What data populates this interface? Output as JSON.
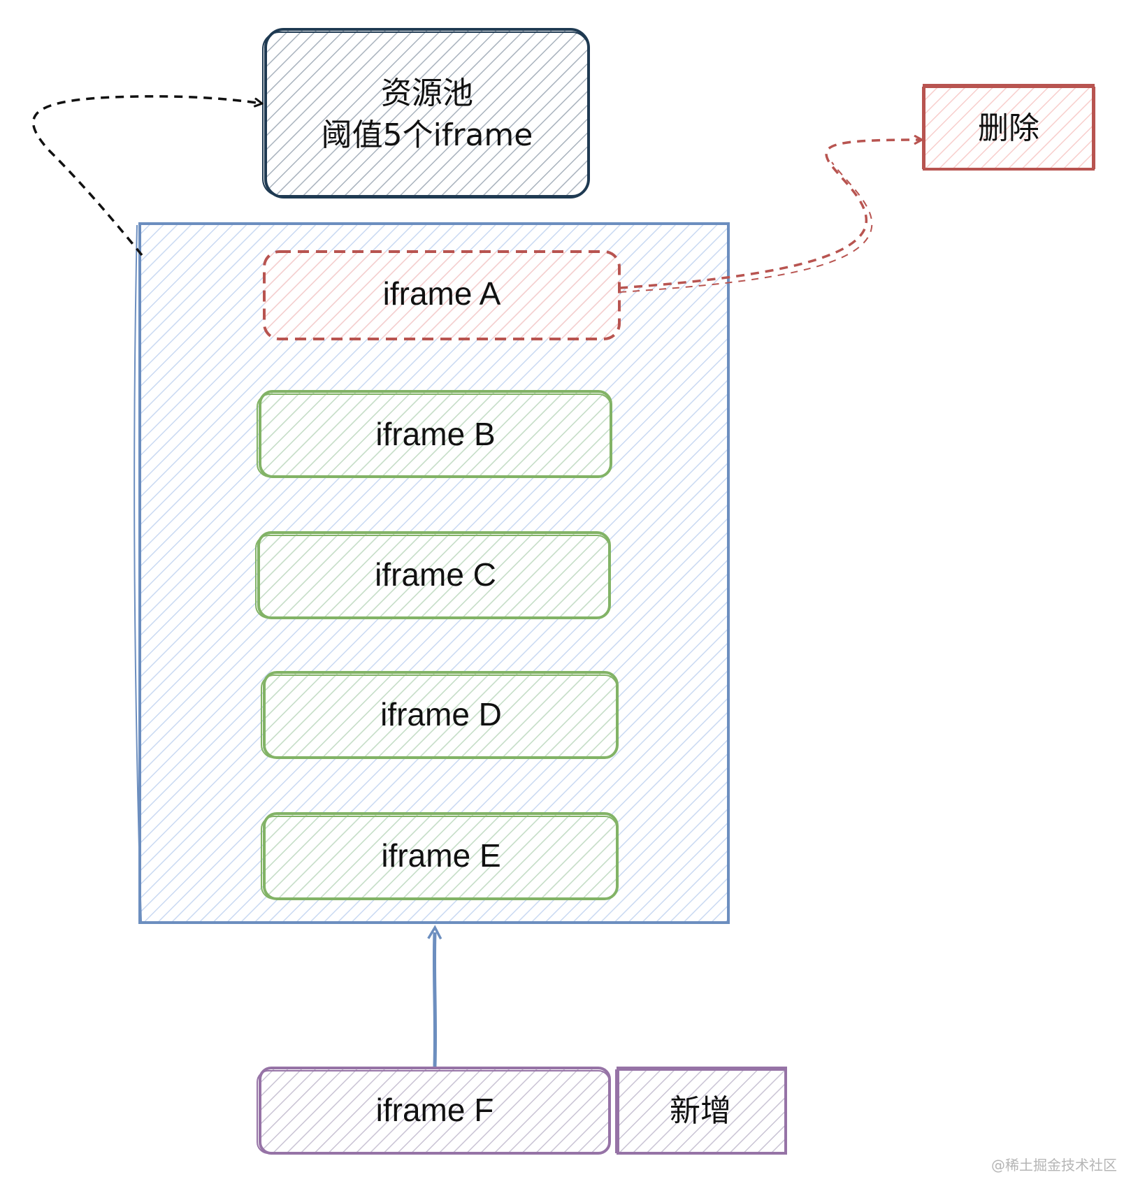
{
  "pool": {
    "line1": "资源池",
    "line2": "阈值5个iframe"
  },
  "delete_box": {
    "label": "删除"
  },
  "add_box": {
    "label": "新增"
  },
  "iframes": [
    {
      "label": "iframe A",
      "state": "removed"
    },
    {
      "label": "iframe B",
      "state": "active"
    },
    {
      "label": "iframe C",
      "state": "active"
    },
    {
      "label": "iframe D",
      "state": "active"
    },
    {
      "label": "iframe E",
      "state": "active"
    }
  ],
  "new_iframe": {
    "label": "iframe F"
  },
  "watermark": "@稀土掘金技术社区",
  "colors": {
    "pool_fill": "#a8b2bd",
    "pool_stroke": "#1f3a52",
    "container_fill": "#c9d9f2",
    "container_stroke": "#6c8ebf",
    "removed_fill": "#f8cecc",
    "removed_stroke": "#b85450",
    "active_fill": "#d5e8d4",
    "active_stroke": "#82b366",
    "new_fill": "#c9c3d4",
    "new_stroke": "#9673a6"
  }
}
